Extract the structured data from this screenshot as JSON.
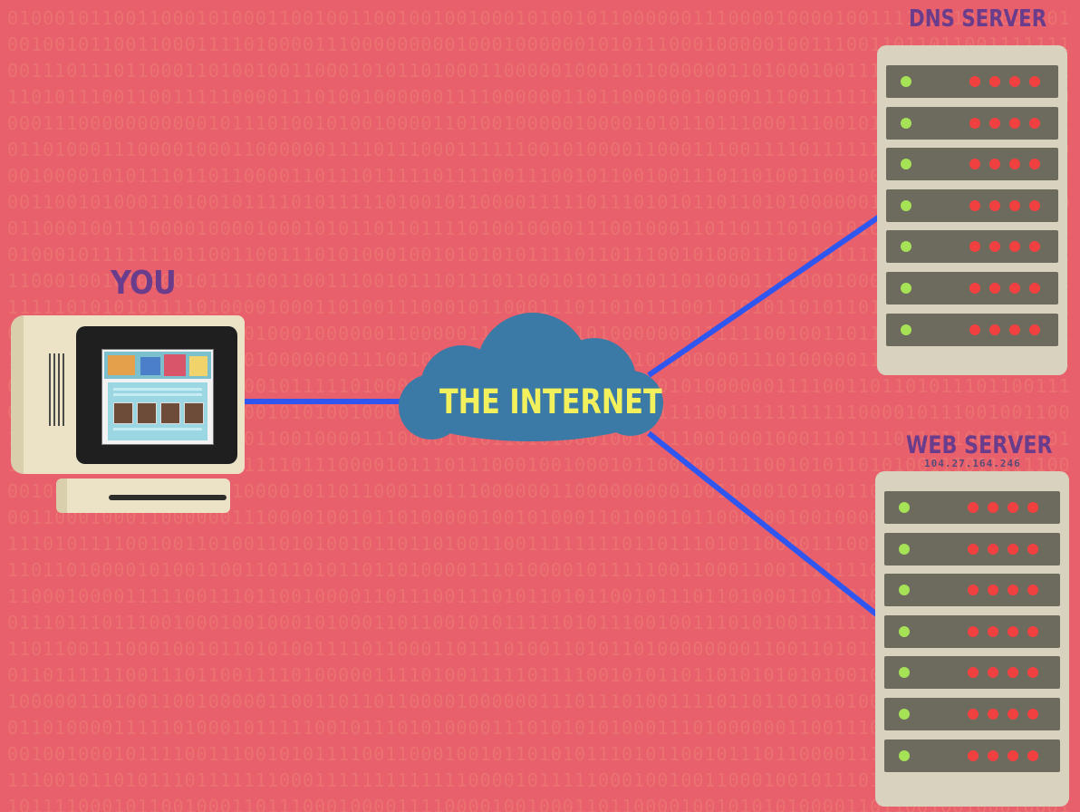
{
  "labels": {
    "you": "YOU",
    "internet": "THE INTERNET",
    "dns_server": "DNS SERVER",
    "web_server": "WEB SERVER",
    "web_server_ip": "104.27.164.246"
  },
  "colors": {
    "background": "#e8606c",
    "label_text": "#6a3c8c",
    "cloud_fill": "#3b7aa6",
    "cloud_text": "#f2f05c",
    "connection_line": "#2f57f0",
    "server_body": "#d8d2be",
    "server_unit": "#6d6a5e",
    "led_green": "#a6e256",
    "led_red": "#f14040"
  },
  "servers": {
    "dns": {
      "units": 7
    },
    "web": {
      "units": 7
    }
  }
}
